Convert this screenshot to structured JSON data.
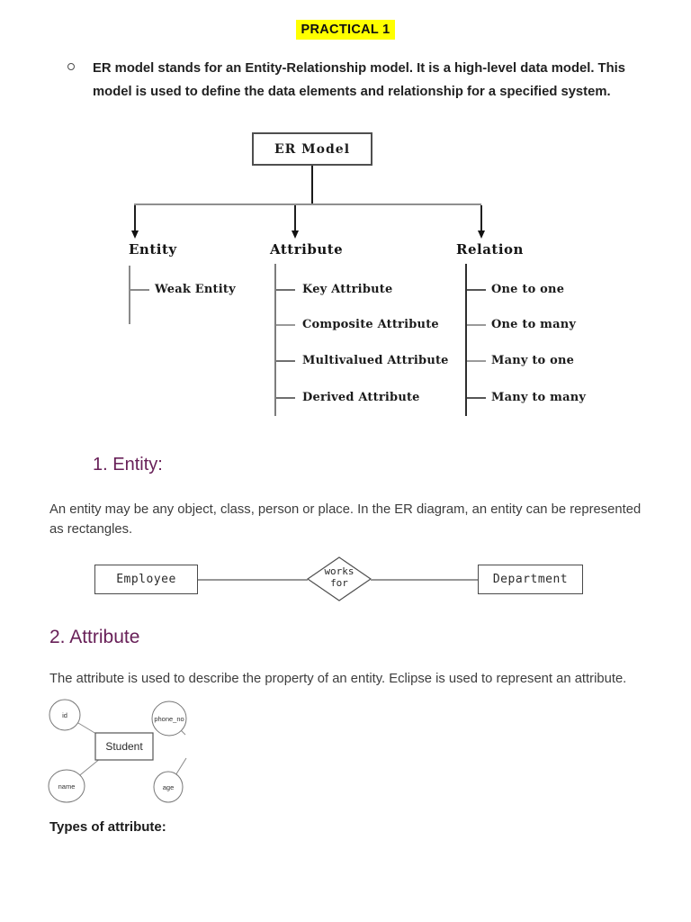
{
  "title": "PRACTICAL 1",
  "intro": {
    "lines": [
      "ER model stands for an Entity-Relationship model. It is a high-level data model. This",
      "model is used to define the data elements and relationship for a specified system."
    ]
  },
  "tree": {
    "root": "ER Model",
    "branches": [
      {
        "label": "Entity",
        "children": [
          "Weak Entity"
        ]
      },
      {
        "label": "Attribute",
        "children": [
          "Key Attribute",
          "Composite Attribute",
          "Multivalued Attribute",
          "Derived Attribute"
        ]
      },
      {
        "label": "Relation",
        "children": [
          "One to one",
          "One to many",
          "Many to one",
          "Many to many"
        ]
      }
    ]
  },
  "entity_section": {
    "heading": "1. Entity:",
    "body_lines": [
      "An entity may be any object, class, person or place. In the ER diagram, an entity can be represented",
      "as rectangles."
    ],
    "diagram": {
      "left_entity": "Employee",
      "relationship_line1": "works",
      "relationship_line2": "for",
      "right_entity": "Department"
    }
  },
  "attribute_section": {
    "heading": "2. Attribute",
    "body": "The attribute is used to describe the property of an entity. Eclipse is used to represent an attribute.",
    "types_heading": "Types of attribute:",
    "diagram": {
      "entity": "Student",
      "attr_top_left": "id",
      "attr_top_right": "phone_no",
      "attr_bottom_left": "name",
      "attr_bottom_right": "age"
    }
  },
  "colors": {
    "heading_purple": "#682058",
    "highlight_yellow": "#ffff00"
  }
}
